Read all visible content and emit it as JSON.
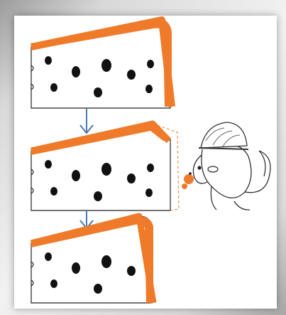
{
  "colors": {
    "cheese_rind": "#ee7a2a",
    "arrow": "#4a7ab5",
    "background": "#ffffff",
    "frame": "#cfcfcf"
  },
  "steps": [
    {
      "state": "whole-cheese"
    },
    {
      "state": "cheese-being-eaten",
      "actor": "mouse-with-helmet"
    },
    {
      "state": "cheese-with-missing-end"
    }
  ],
  "icons": [
    "down-arrow-icon",
    "mouse-icon",
    "helmet-icon"
  ]
}
